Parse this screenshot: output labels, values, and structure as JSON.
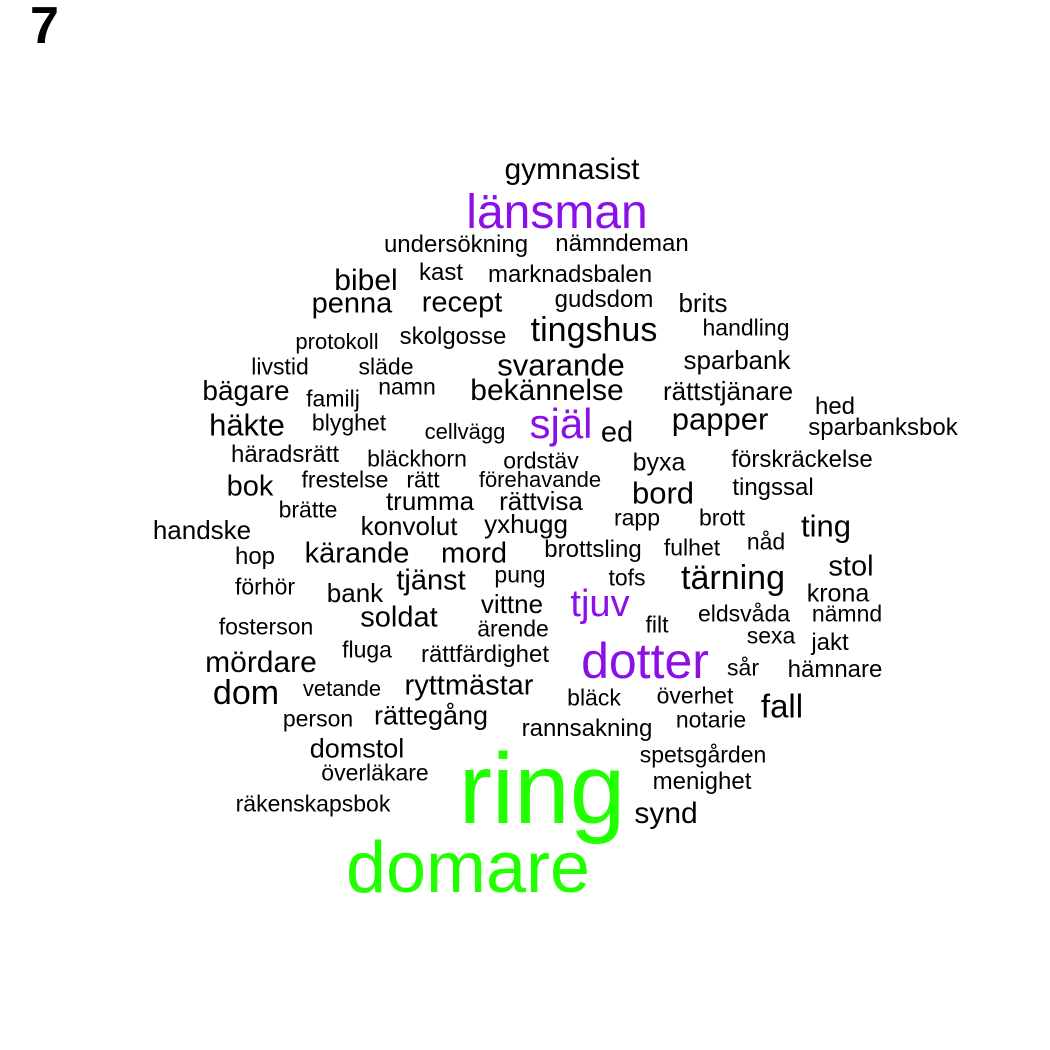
{
  "panel_label": "7",
  "colors": {
    "default": "#000000",
    "purple": "#8b10e6",
    "green": "#22ff00"
  },
  "words": [
    {
      "text": "gymnasist",
      "color": "default"
    },
    {
      "text": "länsman",
      "color": "purple"
    },
    {
      "text": "undersökning",
      "color": "default"
    },
    {
      "text": "nämndeman",
      "color": "default"
    },
    {
      "text": "bibel",
      "color": "default"
    },
    {
      "text": "kast",
      "color": "default"
    },
    {
      "text": "marknadsbalen",
      "color": "default"
    },
    {
      "text": "penna",
      "color": "default"
    },
    {
      "text": "recept",
      "color": "default"
    },
    {
      "text": "gudsdom",
      "color": "default"
    },
    {
      "text": "brits",
      "color": "default"
    },
    {
      "text": "protokoll",
      "color": "default"
    },
    {
      "text": "skolgosse",
      "color": "default"
    },
    {
      "text": "tingshus",
      "color": "default"
    },
    {
      "text": "handling",
      "color": "default"
    },
    {
      "text": "livstid",
      "color": "default"
    },
    {
      "text": "släde",
      "color": "default"
    },
    {
      "text": "svarande",
      "color": "default"
    },
    {
      "text": "sparbank",
      "color": "default"
    },
    {
      "text": "bägare",
      "color": "default"
    },
    {
      "text": "familj",
      "color": "default"
    },
    {
      "text": "namn",
      "color": "default"
    },
    {
      "text": "bekännelse",
      "color": "default"
    },
    {
      "text": "rättstjänare",
      "color": "default"
    },
    {
      "text": "hed",
      "color": "default"
    },
    {
      "text": "häkte",
      "color": "default"
    },
    {
      "text": "blyghet",
      "color": "default"
    },
    {
      "text": "cellvägg",
      "color": "default"
    },
    {
      "text": "själ",
      "color": "purple"
    },
    {
      "text": "ed",
      "color": "default"
    },
    {
      "text": "papper",
      "color": "default"
    },
    {
      "text": "sparbanksbok",
      "color": "default"
    },
    {
      "text": "häradsrätt",
      "color": "default"
    },
    {
      "text": "bläckhorn",
      "color": "default"
    },
    {
      "text": "ordstäv",
      "color": "default"
    },
    {
      "text": "byxa",
      "color": "default"
    },
    {
      "text": "förskräckelse",
      "color": "default"
    },
    {
      "text": "bok",
      "color": "default"
    },
    {
      "text": "frestelse",
      "color": "default"
    },
    {
      "text": "rätt",
      "color": "default"
    },
    {
      "text": "förehavande",
      "color": "default"
    },
    {
      "text": "bord",
      "color": "default"
    },
    {
      "text": "tingssal",
      "color": "default"
    },
    {
      "text": "brätte",
      "color": "default"
    },
    {
      "text": "trumma",
      "color": "default"
    },
    {
      "text": "rättvisa",
      "color": "default"
    },
    {
      "text": "handske",
      "color": "default"
    },
    {
      "text": "konvolut",
      "color": "default"
    },
    {
      "text": "yxhugg",
      "color": "default"
    },
    {
      "text": "rapp",
      "color": "default"
    },
    {
      "text": "brott",
      "color": "default"
    },
    {
      "text": "ting",
      "color": "default"
    },
    {
      "text": "nåd",
      "color": "default"
    },
    {
      "text": "hop",
      "color": "default"
    },
    {
      "text": "kärande",
      "color": "default"
    },
    {
      "text": "mord",
      "color": "default"
    },
    {
      "text": "brottsling",
      "color": "default"
    },
    {
      "text": "fulhet",
      "color": "default"
    },
    {
      "text": "stol",
      "color": "default"
    },
    {
      "text": "förhör",
      "color": "default"
    },
    {
      "text": "bank",
      "color": "default"
    },
    {
      "text": "tjänst",
      "color": "default"
    },
    {
      "text": "pung",
      "color": "default"
    },
    {
      "text": "tofs",
      "color": "default"
    },
    {
      "text": "tärning",
      "color": "default"
    },
    {
      "text": "krona",
      "color": "default"
    },
    {
      "text": "tjuv",
      "color": "purple"
    },
    {
      "text": "vittne",
      "color": "default"
    },
    {
      "text": "soldat",
      "color": "default"
    },
    {
      "text": "eldsvåda",
      "color": "default"
    },
    {
      "text": "nämnd",
      "color": "default"
    },
    {
      "text": "fosterson",
      "color": "default"
    },
    {
      "text": "ärende",
      "color": "default"
    },
    {
      "text": "filt",
      "color": "default"
    },
    {
      "text": "sexa",
      "color": "default"
    },
    {
      "text": "jakt",
      "color": "default"
    },
    {
      "text": "fluga",
      "color": "default"
    },
    {
      "text": "rättfärdighet",
      "color": "default"
    },
    {
      "text": "mördare",
      "color": "default"
    },
    {
      "text": "dotter",
      "color": "purple"
    },
    {
      "text": "sår",
      "color": "default"
    },
    {
      "text": "hämnare",
      "color": "default"
    },
    {
      "text": "vetande",
      "color": "default"
    },
    {
      "text": "ryttmästar",
      "color": "default"
    },
    {
      "text": "dom",
      "color": "default"
    },
    {
      "text": "bläck",
      "color": "default"
    },
    {
      "text": "överhet",
      "color": "default"
    },
    {
      "text": "fall",
      "color": "default"
    },
    {
      "text": "person",
      "color": "default"
    },
    {
      "text": "rättegång",
      "color": "default"
    },
    {
      "text": "rannsakning",
      "color": "default"
    },
    {
      "text": "notarie",
      "color": "default"
    },
    {
      "text": "domstol",
      "color": "default"
    },
    {
      "text": "spetsgården",
      "color": "default"
    },
    {
      "text": "överläkare",
      "color": "default"
    },
    {
      "text": "menighet",
      "color": "default"
    },
    {
      "text": "ring",
      "color": "green"
    },
    {
      "text": "räkenskapsbok",
      "color": "default"
    },
    {
      "text": "synd",
      "color": "default"
    },
    {
      "text": "domare",
      "color": "green"
    }
  ]
}
